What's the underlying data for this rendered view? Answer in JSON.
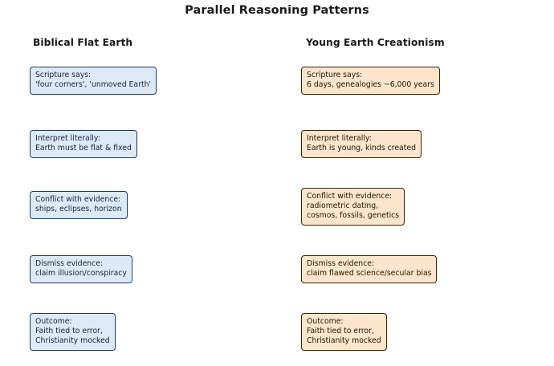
{
  "figure": {
    "title": "Parallel Reasoning Patterns",
    "background_color": "#ffffff"
  },
  "columns": [
    {
      "id": "biblical-flat-earth",
      "header": "Biblical Flat Earth",
      "fill_color": "#dceaf7",
      "border_color": "#1f3864",
      "nodes": [
        {
          "id": "scripture",
          "text": "Scripture says:\n'four corners', 'unmoved Earth'"
        },
        {
          "id": "interpret",
          "text": "Interpret literally:\nEarth must be flat & fixed"
        },
        {
          "id": "conflict",
          "text": "Conflict with evidence:\nships, eclipses, horizon"
        },
        {
          "id": "dismiss",
          "text": "Dismiss evidence:\nclaim illusion/conspiracy"
        },
        {
          "id": "outcome",
          "text": "Outcome:\nFaith tied to error,\nChristianity mocked"
        }
      ]
    },
    {
      "id": "young-earth-creationism",
      "header": "Young Earth Creationism",
      "fill_color": "#fce5cd",
      "border_color": "#3d2100",
      "nodes": [
        {
          "id": "scripture",
          "text": "Scripture says:\n6 days, genealogies ~6,000 years"
        },
        {
          "id": "interpret",
          "text": "Interpret literally:\nEarth is young, kinds created"
        },
        {
          "id": "conflict",
          "text": "Conflict with evidence:\nradiometric dating,\ncosmos, fossils, genetics"
        },
        {
          "id": "dismiss",
          "text": "Dismiss evidence:\nclaim flawed science/secular bias"
        },
        {
          "id": "outcome",
          "text": "Outcome:\nFaith tied to error,\nChristianity mocked"
        }
      ]
    }
  ]
}
